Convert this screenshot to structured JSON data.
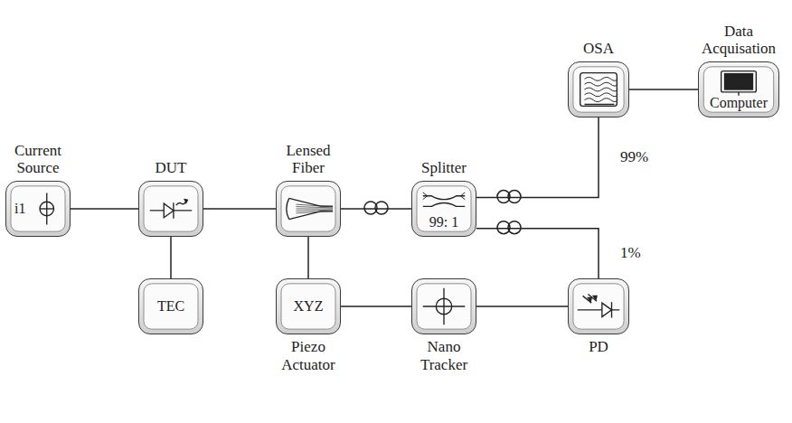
{
  "diagram": {
    "nodes": [
      {
        "text": [
          "Current Source",
          "i1"
        ]
      },
      {
        "text": [
          "DUT"
        ]
      },
      {
        "text": [
          "Lensed Fiber"
        ]
      },
      {
        "text": [
          "Splitter",
          "99: 1"
        ]
      },
      {
        "text": [
          "OSA"
        ]
      },
      {
        "text": [
          "Data Acquisation",
          "Computer"
        ]
      },
      {
        "text": [
          "TEC"
        ]
      },
      {
        "text": [
          "XYZ",
          "Piezo Actuator"
        ]
      },
      {
        "text": [
          "Nano Tracker"
        ]
      },
      {
        "text": [
          "PD"
        ]
      }
    ],
    "edges": [
      {
        "from": 0,
        "to": 1,
        "arrow": "none"
      },
      {
        "from": 1,
        "to": 2,
        "arrow": "none"
      },
      {
        "from": 2,
        "to": 3,
        "arrow": "none"
      },
      {
        "from": 3,
        "to": 4,
        "label": "99%",
        "arrow": "none"
      },
      {
        "from": 4,
        "to": 5,
        "arrow": "none"
      },
      {
        "from": 3,
        "to": 9,
        "label": "1%",
        "arrow": "none"
      },
      {
        "from": 1,
        "to": 6,
        "arrow": "none"
      },
      {
        "from": 2,
        "to": 7,
        "arrow": "none"
      },
      {
        "from": 7,
        "to": 8,
        "arrow": "none"
      },
      {
        "from": 8,
        "to": 9,
        "arrow": "none"
      }
    ]
  }
}
